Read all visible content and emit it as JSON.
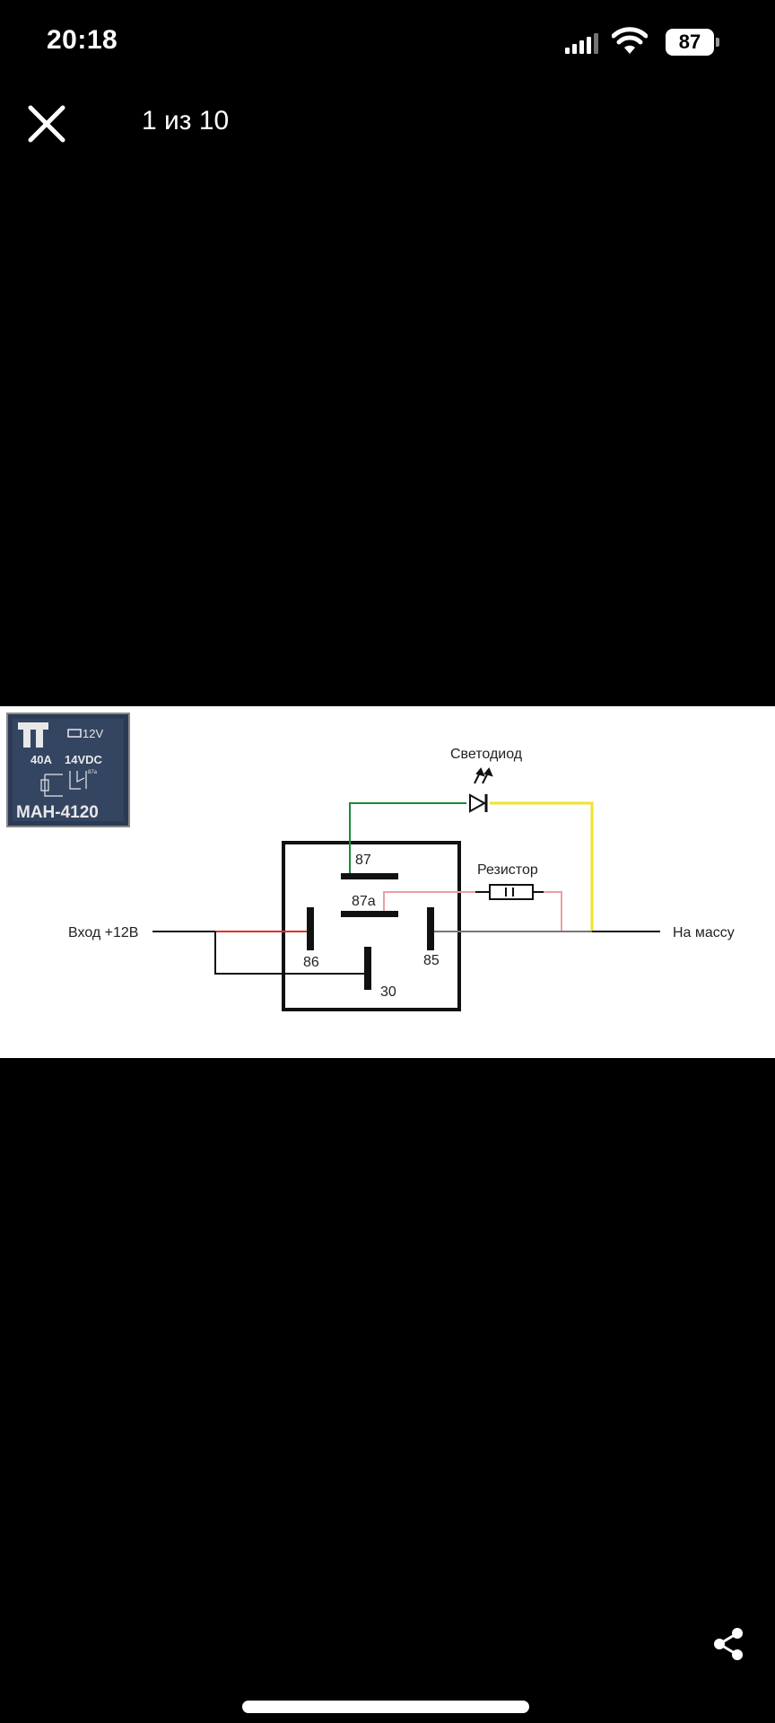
{
  "status_bar": {
    "time": "20:18",
    "battery_level": "87"
  },
  "viewer": {
    "counter": "1 из 10"
  },
  "photo": {
    "relay_badge": {
      "voltage": "12V",
      "current": "40A",
      "rating": "14VDC",
      "pins_small": "87a",
      "model": "МАН-4120"
    },
    "labels": {
      "led": "Светодиод",
      "resistor": "Резистор",
      "input": "Вход +12В",
      "ground": "На массу",
      "pin_87": "87",
      "pin_87a": "87a",
      "pin_86": "86",
      "pin_85": "85",
      "pin_30": "30"
    },
    "wire_colors": {
      "green": "#1a8a3a",
      "yellow": "#f2e22a",
      "red": "#d8332a",
      "pink": "#e8a0a0",
      "black": "#111111",
      "gray": "#777777"
    }
  },
  "icons": {
    "close": "close-icon",
    "share": "share-icon",
    "signal": "signal-icon",
    "wifi": "wifi-icon",
    "battery": "battery-icon"
  }
}
